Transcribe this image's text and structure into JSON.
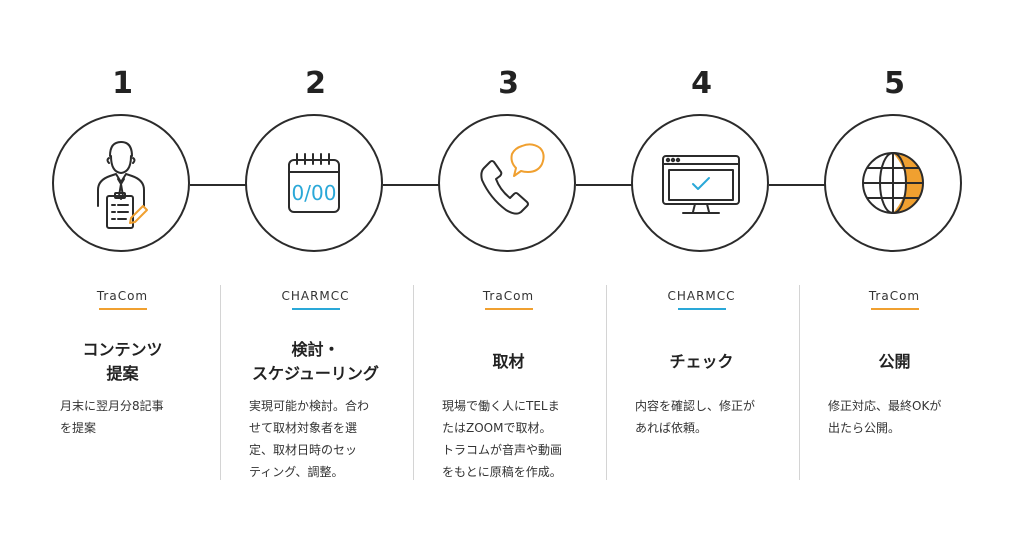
{
  "steps": [
    {
      "number": "1",
      "company": "TraCom",
      "title_lines": [
        "コンテンツ",
        "提案"
      ],
      "desc_lines": [
        "月末に翌月分8記事",
        "を提案"
      ]
    },
    {
      "number": "2",
      "company": "CHARMCC",
      "title_lines": [
        "検討・",
        "スケジューリング"
      ],
      "desc_lines": [
        "実現可能か検討。合わ",
        "せて取材対象者を選",
        "定、取材日時のセッ",
        "ティング、調整。"
      ],
      "calendar_text": "0/00"
    },
    {
      "number": "3",
      "company": "TraCom",
      "title_lines": [
        "取材"
      ],
      "desc_lines": [
        "現場で働く人にTELま",
        "たはZOOMで取材。",
        "トラコムが音声や動画",
        "をもとに原稿を作成。"
      ]
    },
    {
      "number": "4",
      "company": "CHARMCC",
      "title_lines": [
        "チェック"
      ],
      "desc_lines": [
        "内容を確認し、修正が",
        "あれば依頼。"
      ]
    },
    {
      "number": "5",
      "company": "TraCom",
      "title_lines": [
        "公開"
      ],
      "desc_lines": [
        "修正対応、最終OKが",
        "出たら公開。"
      ]
    }
  ],
  "colors": {
    "tracom": "#f0a030",
    "charmcc": "#2aa8d8",
    "line": "#2b2b2b"
  },
  "icons": [
    "person-clipboard-icon",
    "calendar-icon",
    "phone-chat-icon",
    "monitor-check-icon",
    "globe-icon"
  ]
}
